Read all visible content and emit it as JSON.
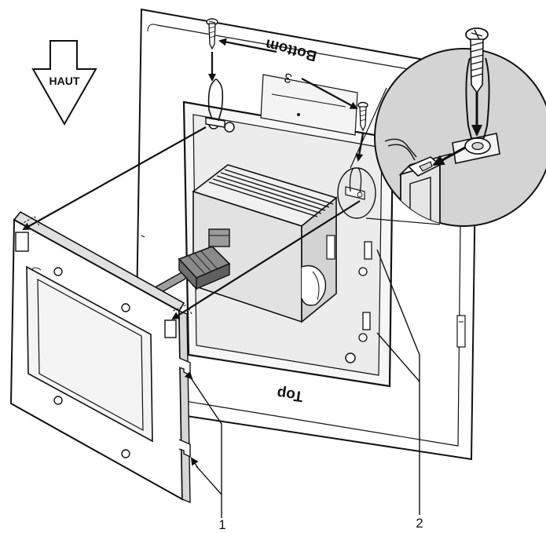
{
  "direction_arrow": {
    "label": "HAUT"
  },
  "labels": {
    "bottom": "Bottom",
    "top": "Top"
  },
  "callouts": {
    "item1": "1",
    "item2": "2",
    "item3": "3"
  },
  "colors": {
    "line": "#111111",
    "panel_fill": "#ffffff",
    "zoom_fill": "#d4d4d4",
    "metal_fill": "#e4e4e4",
    "shadow": "#bdbdbd"
  }
}
